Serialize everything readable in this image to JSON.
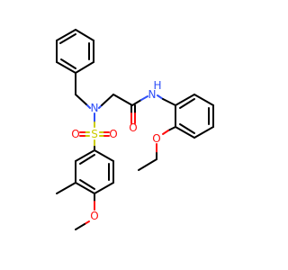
{
  "molecule": {
    "atoms": {
      "N_sulfonamide": "N",
      "N_amide": "N",
      "H_amide": "H",
      "S": "S",
      "O_sulfonyl_left": "O",
      "O_sulfonyl_right": "O",
      "O_carbonyl": "O",
      "O_ethoxy": "O",
      "O_methoxy": "O"
    },
    "colors": {
      "carbon_bonds": "#000000",
      "nitrogen": "#3050f8",
      "oxygen": "#ff0d0d",
      "sulfur": "#cccc00",
      "background": "#ffffff"
    }
  }
}
